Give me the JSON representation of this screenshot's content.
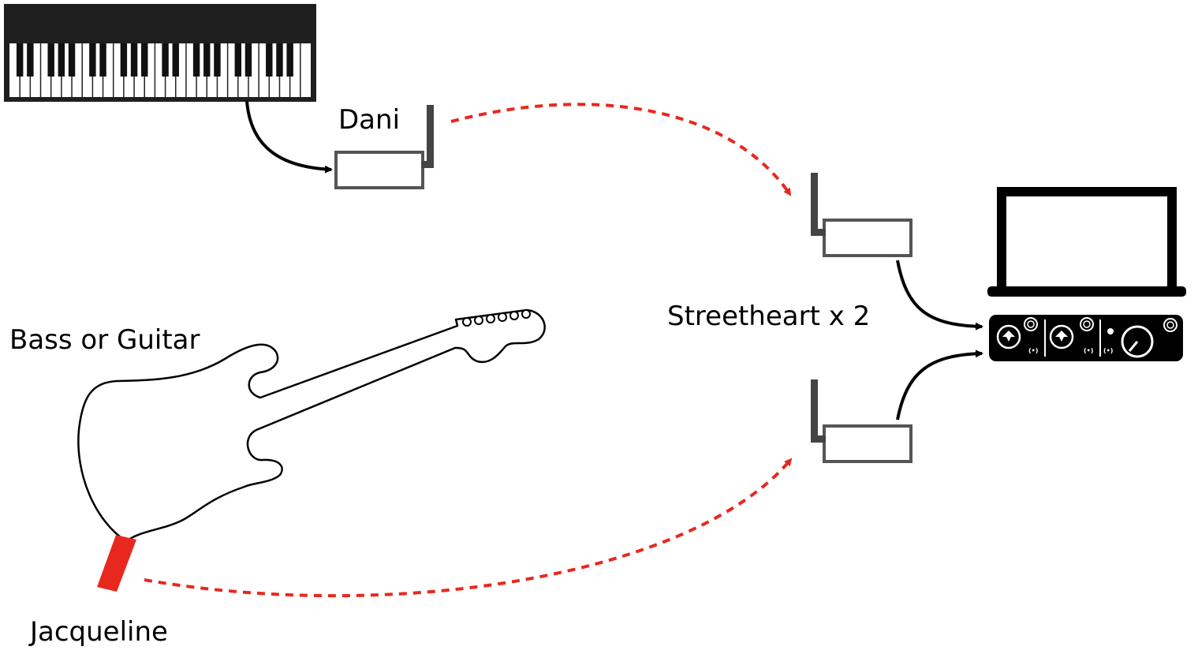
{
  "labels": {
    "keyboard_transmitter": "Dani",
    "instrument": "Bass or Guitar",
    "guitar_transmitter": "Jacqueline",
    "receivers": "Streetheart x 2"
  },
  "colors": {
    "wireless_link": "#e8281e",
    "cable": "#000000",
    "device_outline": "#555555",
    "plug": "#e8281e"
  },
  "icons": [
    "keyboard-icon",
    "transmitter-icon",
    "receiver-icon",
    "guitar-icon",
    "laptop-icon",
    "audio-interface-icon"
  ]
}
